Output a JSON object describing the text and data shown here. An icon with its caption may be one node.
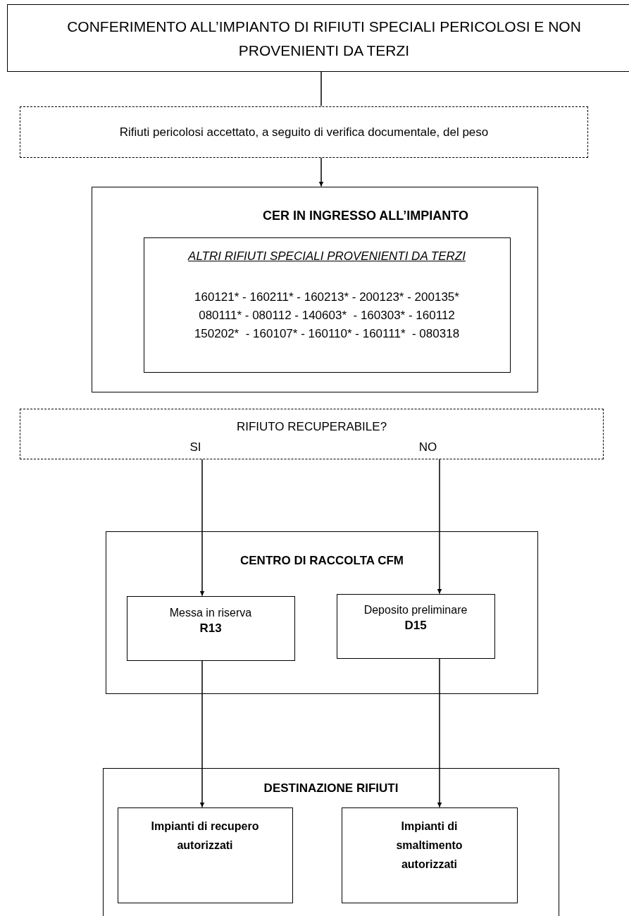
{
  "diagram": {
    "nodes": [
      {
        "text": [
          "CONFERIMENTO ALL’IMPIANTO DI RIFIUTI SPECIALI PERICOLOSI E NON PROVENIENTI DA TERZI"
        ]
      },
      {
        "text": [
          "Rifiuti pericolosi accettato, a seguito di verifica documentale, del peso"
        ]
      },
      {
        "text": [
          "CER IN INGRESSO ALL’IMPIANTO"
        ]
      },
      {
        "text": [
          "ALTRI RIFIUTI SPECIALI PROVENIENTI DA TERZI",
          "160121* - 160211* - 160213* - 200123* - 200135*",
          "080111* - 080112 - 140603*  - 160303* - 160112",
          "150202*  - 160107* - 160110* - 160111*  - 080318"
        ],
        "in": 2
      },
      {
        "text": [
          "RIFIUTO RECUPERABILE?",
          "SI",
          "NO"
        ]
      },
      {
        "text": [
          "CENTRO DI RACCOLTA CFM"
        ]
      },
      {
        "text": [
          "Messa in riserva",
          "R13"
        ],
        "in": 5
      },
      {
        "text": [
          "Deposito preliminare",
          "D15"
        ],
        "in": 5
      },
      {
        "text": [
          "DESTINAZIONE RIFIUTI"
        ]
      },
      {
        "text": [
          "Impianti di recupero autorizzati"
        ],
        "in": 8
      },
      {
        "text": [
          "Impianti di smaltimento autorizzati"
        ],
        "in": 8
      }
    ],
    "edges": [
      {
        "from": 0,
        "to": 1,
        "arrow": "none"
      },
      {
        "from": 1,
        "to": 2,
        "arrow": "to"
      },
      {
        "from": 4,
        "to": 6,
        "arrow": "to"
      },
      {
        "from": 4,
        "to": 7,
        "arrow": "to"
      },
      {
        "from": 6,
        "to": 9,
        "arrow": "to"
      },
      {
        "from": 7,
        "to": 10,
        "arrow": "to"
      }
    ]
  }
}
